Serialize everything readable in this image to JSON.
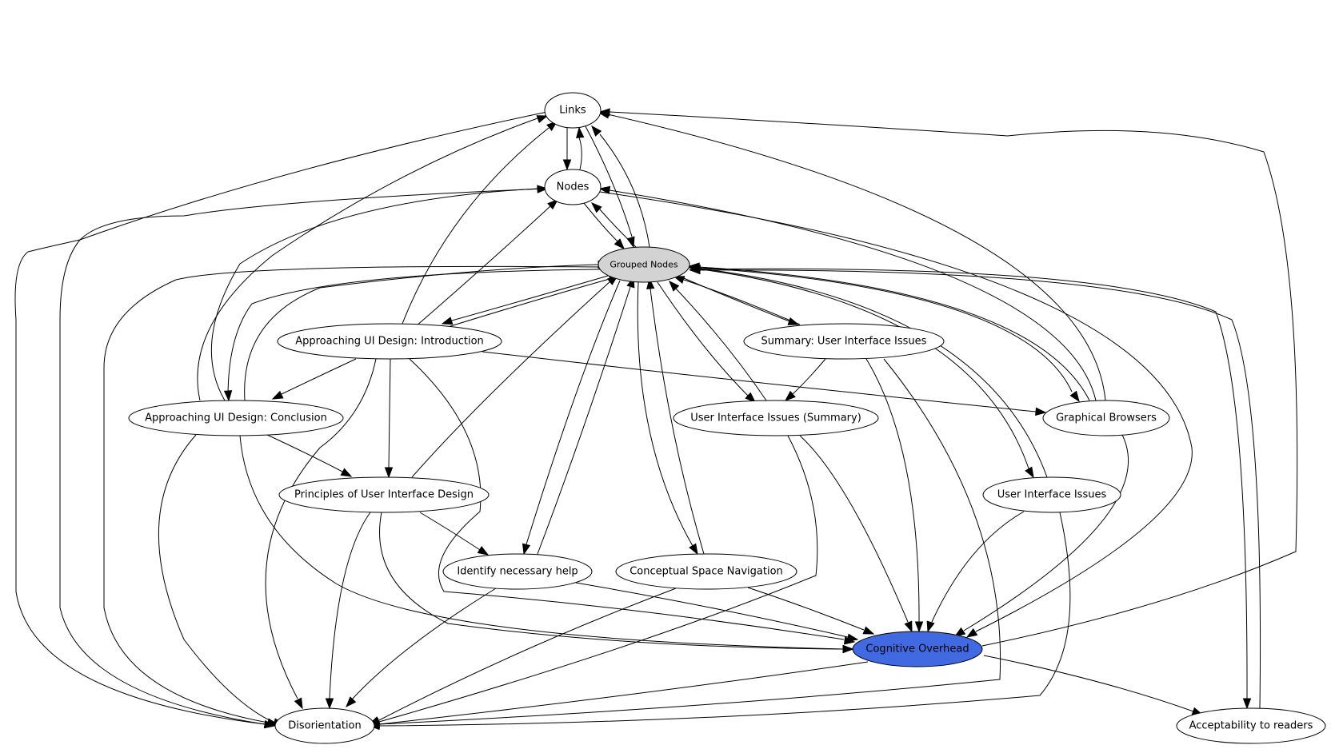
{
  "diagram": {
    "nodes": [
      {
        "id": "links",
        "label": "Links"
      },
      {
        "id": "nodes",
        "label": "Nodes"
      },
      {
        "id": "grouped",
        "label": "Grouped Nodes",
        "fill": "#d3d3d3"
      },
      {
        "id": "intro",
        "label": "Approaching UI Design: Introduction"
      },
      {
        "id": "conclusion",
        "label": "Approaching UI Design: Conclusion"
      },
      {
        "id": "principles",
        "label": "Principles of User Interface Design"
      },
      {
        "id": "help",
        "label": "Identify necessary help"
      },
      {
        "id": "csn",
        "label": "Conceptual Space Navigation"
      },
      {
        "id": "summary",
        "label": "Summary: User Interface Issues"
      },
      {
        "id": "uisum",
        "label": "User Interface Issues (Summary)"
      },
      {
        "id": "graphical",
        "label": "Graphical Browsers"
      },
      {
        "id": "uii",
        "label": "User Interface Issues"
      },
      {
        "id": "cognitive",
        "label": "Cognitive Overhead",
        "fill": "#4169e1"
      },
      {
        "id": "disorientation",
        "label": "Disorientation"
      },
      {
        "id": "acceptability",
        "label": "Acceptability to readers"
      }
    ],
    "colors": {
      "node_fill": "#ffffff",
      "grouped_fill": "#d3d3d3",
      "cognitive_fill": "#4169e1",
      "stroke": "#000000"
    }
  }
}
